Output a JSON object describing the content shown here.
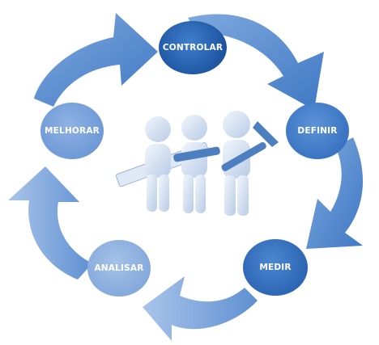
{
  "cycle": {
    "steps": [
      {
        "key": "controlar",
        "label": "CONTROLAR",
        "color": "#1f56a3"
      },
      {
        "key": "definir",
        "label": "DEFINIR",
        "color": "#3a74c2"
      },
      {
        "key": "medir",
        "label": "MEDIR",
        "color": "#2d66b4"
      },
      {
        "key": "analisar",
        "label": "ANALISAR",
        "color": "#86a9dc"
      },
      {
        "key": "melhorar",
        "label": "MELHORAR",
        "color": "#6f9ad6"
      }
    ],
    "arrow_color": "#4f86cc",
    "illustration": "three-figures-with-tools"
  }
}
